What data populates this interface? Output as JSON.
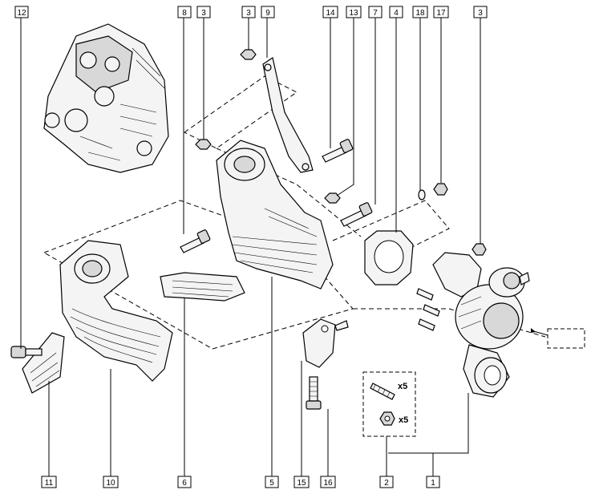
{
  "callouts_top": [
    {
      "id": "c12",
      "label": "12"
    },
    {
      "id": "c8",
      "label": "8"
    },
    {
      "id": "c3a",
      "label": "3"
    },
    {
      "id": "c3b",
      "label": "3"
    },
    {
      "id": "c9",
      "label": "9"
    },
    {
      "id": "c14",
      "label": "14"
    },
    {
      "id": "c13",
      "label": "13"
    },
    {
      "id": "c7",
      "label": "7"
    },
    {
      "id": "c4",
      "label": "4"
    },
    {
      "id": "c18",
      "label": "18"
    },
    {
      "id": "c17",
      "label": "17"
    },
    {
      "id": "c3c",
      "label": "3"
    }
  ],
  "callouts_bottom": [
    {
      "id": "c11",
      "label": "11"
    },
    {
      "id": "c10",
      "label": "10"
    },
    {
      "id": "c6",
      "label": "6"
    },
    {
      "id": "c5",
      "label": "5"
    },
    {
      "id": "c15",
      "label": "15"
    },
    {
      "id": "c16",
      "label": "16"
    },
    {
      "id": "c2",
      "label": "2"
    },
    {
      "id": "c1",
      "label": "1"
    }
  ],
  "kit_quantities": {
    "studs": "x5",
    "nuts": "x5"
  }
}
